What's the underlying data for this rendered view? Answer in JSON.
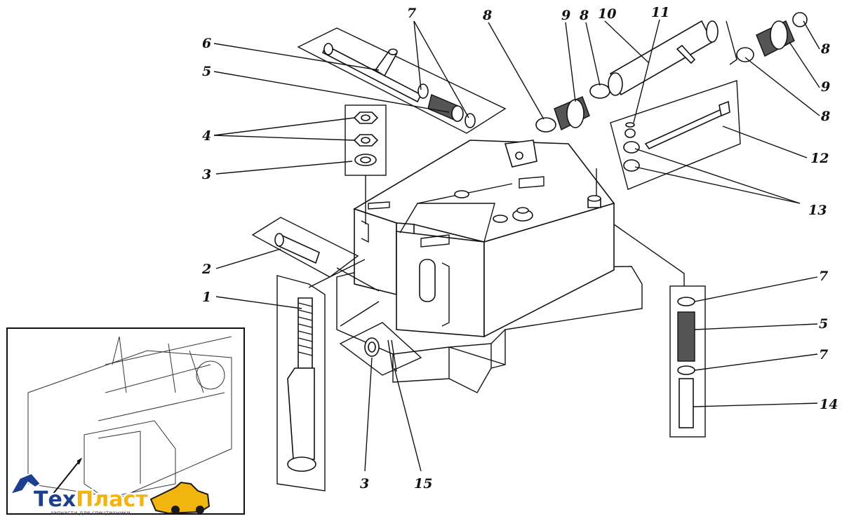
{
  "callouts": [
    {
      "id": "1",
      "text": "1"
    },
    {
      "id": "2",
      "text": "2"
    },
    {
      "id": "3",
      "text": "3"
    },
    {
      "id": "3b",
      "text": "3"
    },
    {
      "id": "4",
      "text": "4"
    },
    {
      "id": "5",
      "text": "5"
    },
    {
      "id": "5b",
      "text": "5"
    },
    {
      "id": "6",
      "text": "6"
    },
    {
      "id": "7",
      "text": "7"
    },
    {
      "id": "7b",
      "text": "7"
    },
    {
      "id": "7c",
      "text": "7"
    },
    {
      "id": "8",
      "text": "8"
    },
    {
      "id": "8b",
      "text": "8"
    },
    {
      "id": "8c",
      "text": "8"
    },
    {
      "id": "8d",
      "text": "8"
    },
    {
      "id": "9",
      "text": "9"
    },
    {
      "id": "9b",
      "text": "9"
    },
    {
      "id": "10",
      "text": "10"
    },
    {
      "id": "11",
      "text": "11"
    },
    {
      "id": "12",
      "text": "12"
    },
    {
      "id": "13",
      "text": "13"
    },
    {
      "id": "14",
      "text": "14"
    },
    {
      "id": "15",
      "text": "15"
    }
  ],
  "logo": {
    "name_part1": "Тех",
    "name_part2": "Пласт",
    "tagline": "запчасти для спецтехники",
    "colors": {
      "primary": "#1d3f8f",
      "accent": "#f2b40f"
    }
  }
}
